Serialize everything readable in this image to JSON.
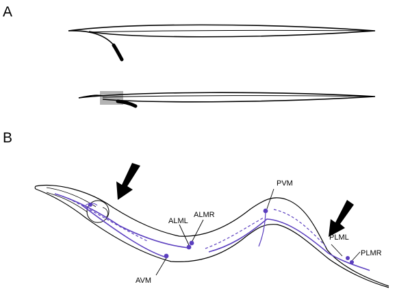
{
  "panels": [
    {
      "letter": "A"
    },
    {
      "letter": "B"
    }
  ],
  "neurons": [
    {
      "label": "PVM"
    },
    {
      "label": "ALML"
    },
    {
      "label": "ALMR"
    },
    {
      "label": "AVM"
    },
    {
      "label": "PLML"
    },
    {
      "label": "PLMR"
    }
  ],
  "colors": {
    "outline": "#000000",
    "neuron": "#5b3fbf",
    "highlight_box": "#b3b3b3",
    "arrow": "#000000"
  },
  "icons": {
    "touch_arrow": "arrow-down-left",
    "cell_body": "dot"
  }
}
